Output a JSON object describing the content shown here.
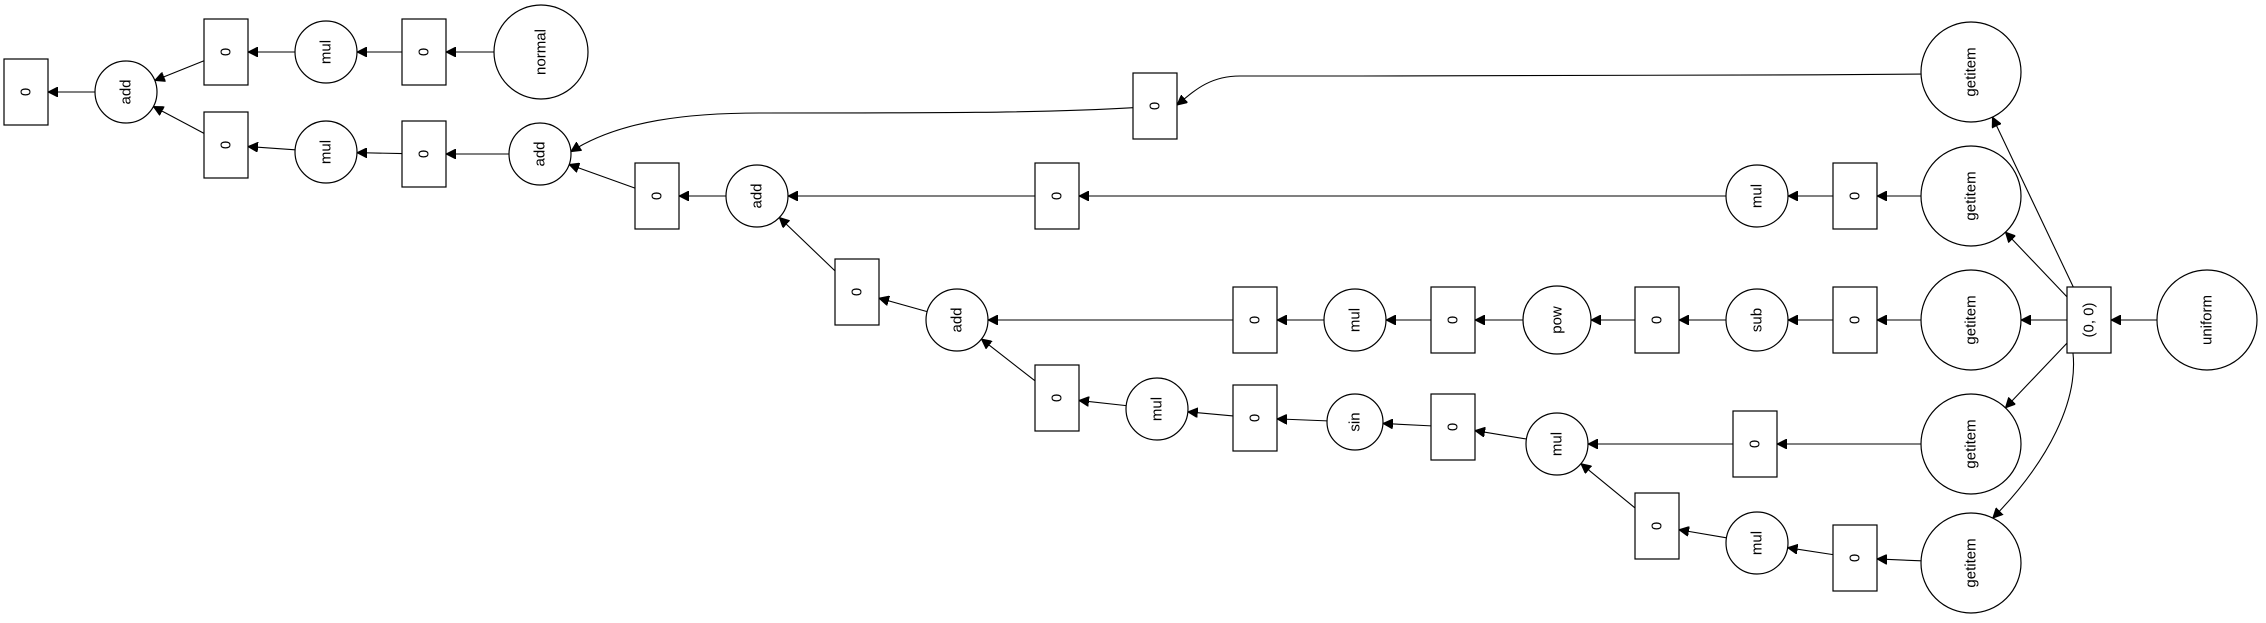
{
  "graph": {
    "nodes": [
      {
        "id": "uniform",
        "shape": "circle",
        "label": "uniform"
      },
      {
        "id": "tuple00",
        "shape": "box",
        "label": "(0, 0)"
      },
      {
        "id": "gi1",
        "shape": "circle",
        "label": "getitem"
      },
      {
        "id": "gi2",
        "shape": "circle",
        "label": "getitem"
      },
      {
        "id": "gi3",
        "shape": "circle",
        "label": "getitem"
      },
      {
        "id": "gi4",
        "shape": "circle",
        "label": "getitem"
      },
      {
        "id": "gi5",
        "shape": "circle",
        "label": "getitem"
      },
      {
        "id": "b_gi1",
        "shape": "box",
        "label": "0"
      },
      {
        "id": "b_gi2",
        "shape": "box",
        "label": "0"
      },
      {
        "id": "mul_r2",
        "shape": "circle",
        "label": "mul"
      },
      {
        "id": "b_mul_r2",
        "shape": "box",
        "label": "0"
      },
      {
        "id": "b_gi3",
        "shape": "box",
        "label": "0"
      },
      {
        "id": "sub",
        "shape": "circle",
        "label": "sub"
      },
      {
        "id": "b_sub",
        "shape": "box",
        "label": "0"
      },
      {
        "id": "pow",
        "shape": "circle",
        "label": "pow"
      },
      {
        "id": "b_pow",
        "shape": "box",
        "label": "0"
      },
      {
        "id": "mul_r3",
        "shape": "circle",
        "label": "mul"
      },
      {
        "id": "b_mul_r3",
        "shape": "box",
        "label": "0"
      },
      {
        "id": "b_gi4",
        "shape": "box",
        "label": "0"
      },
      {
        "id": "b_gi5",
        "shape": "box",
        "label": "0"
      },
      {
        "id": "mul_r5",
        "shape": "circle",
        "label": "mul"
      },
      {
        "id": "b_mul_r5",
        "shape": "box",
        "label": "0"
      },
      {
        "id": "mul_r4",
        "shape": "circle",
        "label": "mul"
      },
      {
        "id": "b_mul_r4",
        "shape": "box",
        "label": "0"
      },
      {
        "id": "sin",
        "shape": "circle",
        "label": "sin"
      },
      {
        "id": "b_sin",
        "shape": "box",
        "label": "0"
      },
      {
        "id": "mul_sin",
        "shape": "circle",
        "label": "mul"
      },
      {
        "id": "b_mul_sin",
        "shape": "box",
        "label": "0"
      },
      {
        "id": "add_low",
        "shape": "circle",
        "label": "add"
      },
      {
        "id": "b_add_low",
        "shape": "box",
        "label": "0"
      },
      {
        "id": "add_mid",
        "shape": "circle",
        "label": "add"
      },
      {
        "id": "b_add_mid",
        "shape": "box",
        "label": "0"
      },
      {
        "id": "add_top",
        "shape": "circle",
        "label": "add"
      },
      {
        "id": "b_add_top",
        "shape": "box",
        "label": "0"
      },
      {
        "id": "mul_a",
        "shape": "circle",
        "label": "mul"
      },
      {
        "id": "b_mul_a",
        "shape": "box",
        "label": "0"
      },
      {
        "id": "normal",
        "shape": "circle",
        "label": "normal"
      },
      {
        "id": "b_normal",
        "shape": "box",
        "label": "0"
      },
      {
        "id": "mul_n",
        "shape": "circle",
        "label": "mul"
      },
      {
        "id": "b_mul_n",
        "shape": "box",
        "label": "0"
      },
      {
        "id": "add_final",
        "shape": "circle",
        "label": "add"
      },
      {
        "id": "b_final",
        "shape": "box",
        "label": "0"
      }
    ],
    "edges": [
      [
        "uniform",
        "tuple00"
      ],
      [
        "tuple00",
        "gi1"
      ],
      [
        "tuple00",
        "gi2"
      ],
      [
        "tuple00",
        "gi3"
      ],
      [
        "tuple00",
        "gi4"
      ],
      [
        "tuple00",
        "gi5"
      ],
      [
        "gi1",
        "b_gi1"
      ],
      [
        "gi2",
        "b_gi2"
      ],
      [
        "b_gi2",
        "mul_r2"
      ],
      [
        "mul_r2",
        "b_mul_r2"
      ],
      [
        "gi3",
        "b_gi3"
      ],
      [
        "b_gi3",
        "sub"
      ],
      [
        "sub",
        "b_sub"
      ],
      [
        "b_sub",
        "pow"
      ],
      [
        "pow",
        "b_pow"
      ],
      [
        "b_pow",
        "mul_r3"
      ],
      [
        "mul_r3",
        "b_mul_r3"
      ],
      [
        "gi4",
        "b_gi4"
      ],
      [
        "gi5",
        "b_gi5"
      ],
      [
        "b_gi5",
        "mul_r5"
      ],
      [
        "mul_r5",
        "b_mul_r5"
      ],
      [
        "b_gi4",
        "mul_r4"
      ],
      [
        "b_mul_r5",
        "mul_r4"
      ],
      [
        "mul_r4",
        "b_mul_r4"
      ],
      [
        "b_mul_r4",
        "sin"
      ],
      [
        "sin",
        "b_sin"
      ],
      [
        "b_sin",
        "mul_sin"
      ],
      [
        "mul_sin",
        "b_mul_sin"
      ],
      [
        "b_mul_sin",
        "add_low"
      ],
      [
        "b_mul_r3",
        "add_low"
      ],
      [
        "add_low",
        "b_add_low"
      ],
      [
        "b_add_low",
        "add_mid"
      ],
      [
        "b_mul_r2",
        "add_mid"
      ],
      [
        "add_mid",
        "b_add_mid"
      ],
      [
        "b_add_mid",
        "add_top"
      ],
      [
        "b_gi1",
        "add_top"
      ],
      [
        "add_top",
        "b_add_top"
      ],
      [
        "b_add_top",
        "mul_a"
      ],
      [
        "mul_a",
        "b_mul_a"
      ],
      [
        "normal",
        "b_normal"
      ],
      [
        "b_normal",
        "mul_n"
      ],
      [
        "mul_n",
        "b_mul_n"
      ],
      [
        "b_mul_a",
        "add_final"
      ],
      [
        "b_mul_n",
        "add_final"
      ],
      [
        "add_final",
        "b_final"
      ]
    ]
  }
}
